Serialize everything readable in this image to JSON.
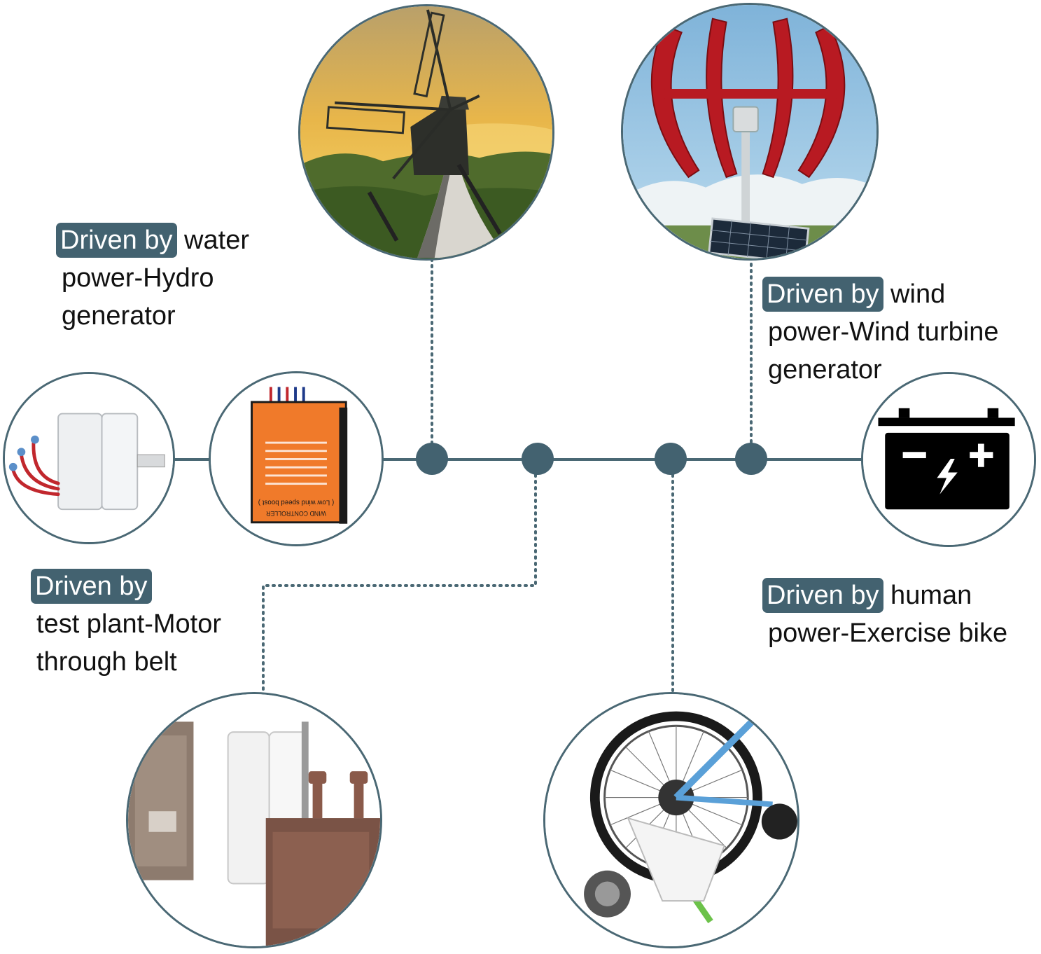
{
  "colors": {
    "accent": "#436270",
    "line": "#4a6874",
    "text": "#111111"
  },
  "labels": {
    "hydro": {
      "tag": "Driven by",
      "rest": " water",
      "line2": "power-Hydro",
      "line3": "generator"
    },
    "wind": {
      "tag": "Driven by",
      "rest": " wind",
      "line2": "power-Wind turbine",
      "line3": "generator"
    },
    "motor": {
      "tag": "Driven by",
      "line2": "test plant-Motor",
      "line3": "through belt"
    },
    "human": {
      "tag": "Driven by",
      "rest": " human",
      "line2": "power-Exercise bike"
    }
  },
  "nodes": [
    {
      "name": "windmill",
      "icon": "windmill-photo"
    },
    {
      "name": "vertical-wind-turbine",
      "icon": "vertical-wind-turbine-photo"
    },
    {
      "name": "generator",
      "icon": "generator-photo"
    },
    {
      "name": "controller",
      "icon": "wind-controller-photo"
    },
    {
      "name": "battery",
      "icon": "battery-icon"
    },
    {
      "name": "belt-motor",
      "icon": "belt-motor-photo"
    },
    {
      "name": "exercise-bike",
      "icon": "exercise-bike-photo"
    }
  ],
  "controller_text": {
    "title": "WIND CONTROLLER",
    "subtitle": "( Low wind speed boost )"
  }
}
